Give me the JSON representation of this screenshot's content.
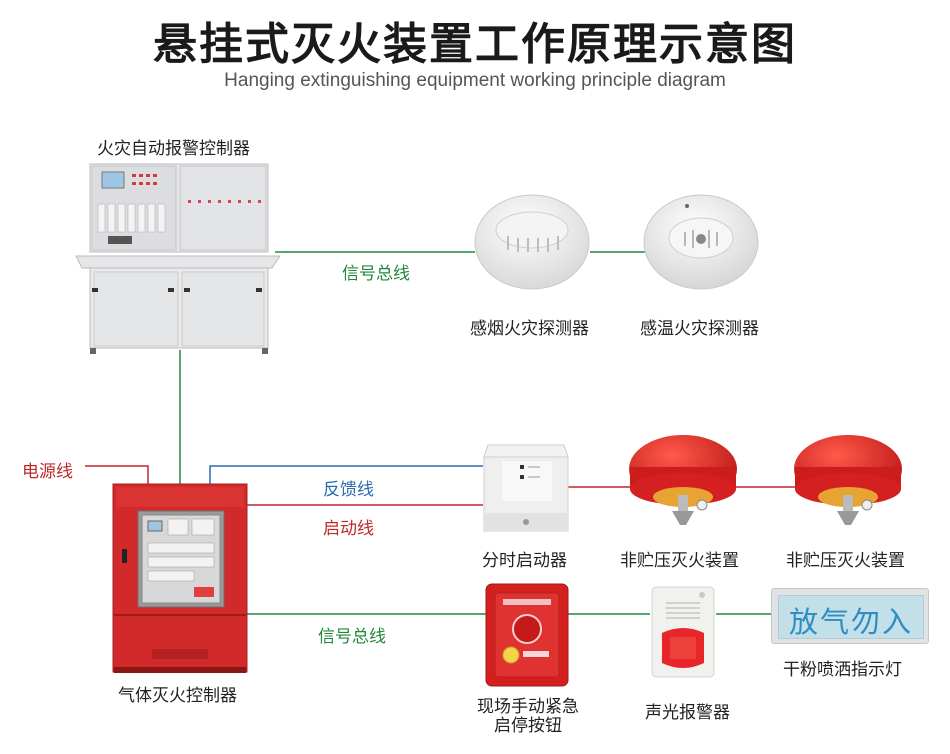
{
  "title": "悬挂式灭火装置工作原理示意图",
  "subtitle": "Hanging extinguishing equipment working principle diagram",
  "devices": {
    "fire_alarm_controller": "火灾自动报警控制器",
    "smoke_detector": "感烟火灾探测器",
    "heat_detector": "感温火灾探测器",
    "gas_controller": "气体灭火控制器",
    "timed_starter": "分时启动器",
    "extinguisher_1": "非贮压灭火装置",
    "extinguisher_2": "非贮压灭火装置",
    "manual_button_line1": "现场手动紧急",
    "manual_button_line2": "启停按钮",
    "sound_light_alarm": "声光报警器",
    "indicator_light": "干粉喷洒指示灯",
    "indicator_sign_text": "放气勿入"
  },
  "wires": {
    "signal_bus_top": "信号总线",
    "power_line": "电源线",
    "feedback_line": "反馈线",
    "start_line": "启动线",
    "signal_bus_bottom": "信号总线"
  },
  "colors": {
    "signal": "#1f8a3b",
    "power": "#c0282a",
    "feedback": "#2a6cb0",
    "device_red": "#d22a2a"
  }
}
